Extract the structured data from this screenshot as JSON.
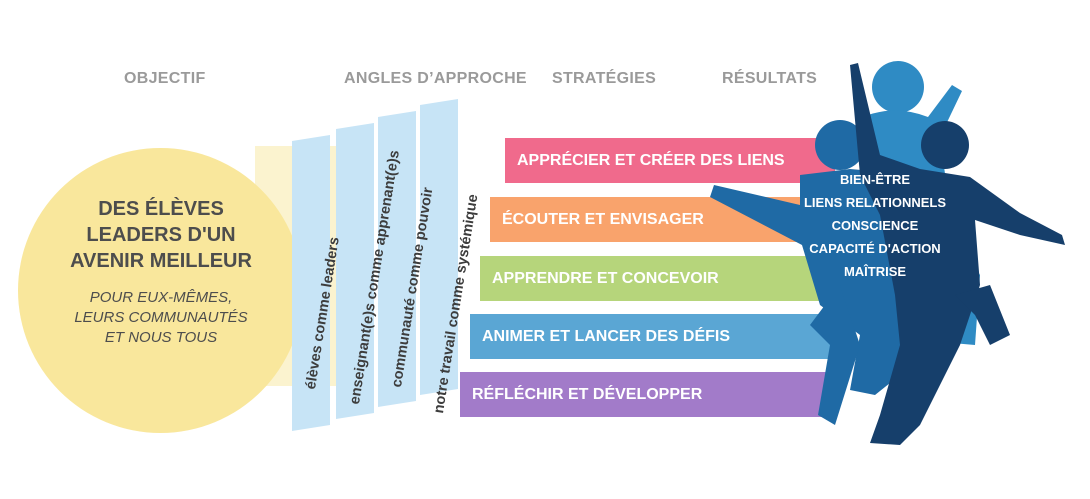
{
  "headers": {
    "objectif": "OBJECTIF",
    "angles": "ANGLES D’APPROCHE",
    "strategies": "STRATÉGIES",
    "resultats": "RÉSULTATS"
  },
  "goal": {
    "title_lines": [
      "DES ÉLÈVES",
      "LEADERS D'UN",
      "AVENIR MEILLEUR"
    ],
    "subtitle_lines": [
      "POUR EUX-MÊMES,",
      "LEURS COMMUNAUTÉS",
      "ET NOUS TOUS"
    ]
  },
  "angles": [
    "élèves comme leaders",
    "enseignant(e)s comme apprenant(e)s",
    "communauté comme pouvoir",
    "notre travail comme systémique"
  ],
  "strategies": [
    {
      "label": "APPRÉCIER ET CRÉER DES LIENS",
      "color": "#f06a8c"
    },
    {
      "label": "ÉCOUTER ET ENVISAGER",
      "color": "#f9a36c"
    },
    {
      "label": "APPRENDRE ET CONCEVOIR",
      "color": "#b6d57b"
    },
    {
      "label": "ANIMER ET LANCER DES DÉFIS",
      "color": "#5aa6d4"
    },
    {
      "label": "RÉFLÉCHIR ET DÉVELOPPER",
      "color": "#a27bc9"
    }
  ],
  "results": [
    "BIEN-ÊTRE",
    "LIENS RELATIONNELS",
    "CONSCIENCE",
    "CAPACITÉ D'ACTION",
    "MAÎTRISE"
  ],
  "colors": {
    "header_text": "#9a9a9a",
    "circle": "#f9e79c",
    "band": "#fbf3cf",
    "angle_bars": "#c7e4f6",
    "figure_light": "#2f8bc4",
    "figure_mid": "#1f6aa5",
    "figure_dark": "#163f6b"
  }
}
